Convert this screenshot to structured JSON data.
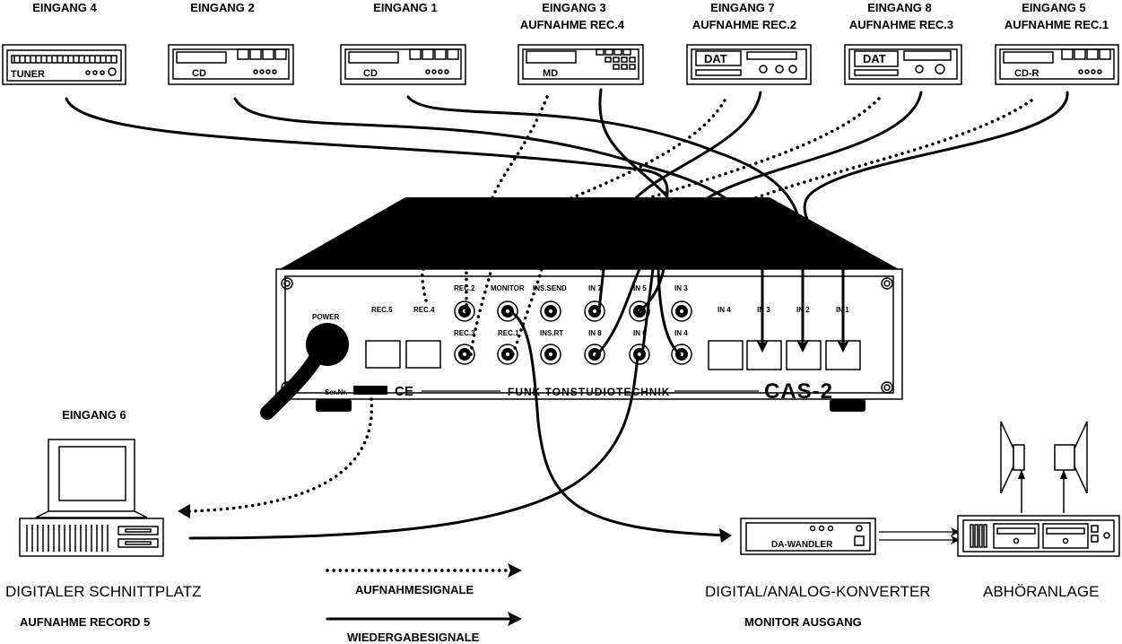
{
  "devices": [
    {
      "label": "EINGANG 4",
      "sublabel": "",
      "display": "TUNER"
    },
    {
      "label": "EINGANG 2",
      "sublabel": "",
      "display": "CD"
    },
    {
      "label": "EINGANG 1",
      "sublabel": "",
      "display": "CD"
    },
    {
      "label": "EINGANG 3",
      "sublabel": "AUFNAHME  REC.4",
      "display": "MD"
    },
    {
      "label": "EINGANG 7",
      "sublabel": "AUFNAHME  REC.2",
      "display": "DAT"
    },
    {
      "label": "EINGANG 8",
      "sublabel": "AUFNAHME  REC.3",
      "display": "DAT"
    },
    {
      "label": "EINGANG 5",
      "sublabel": "AUFNAHME  REC.1",
      "display": "CD-R"
    }
  ],
  "panel": {
    "power_label": "POWER",
    "rec5": "REC.5",
    "rec4": "REC.4",
    "rec2": "REC.2",
    "rec3": "REC.3",
    "monitor": "MONITOR",
    "rec1": "REC.1",
    "ins_send": "INS.SEND",
    "ins_rt": "INS.RT",
    "in7": "IN 7",
    "in8": "IN 8",
    "in5": "IN 5",
    "in6": "IN 6",
    "in3_rca": "IN 3",
    "in4_rca": "IN 4",
    "in4_xlr": "IN 4",
    "in3_xlr": "IN 3",
    "in2_xlr": "IN 2",
    "in1_xlr": "IN 1",
    "ser_nr": "Ser.Nr.",
    "ce": "CE",
    "brand": "FUNK TONSTUDIOTECHNIK",
    "model": "CAS-2"
  },
  "left": {
    "input_label": "EINGANG 6",
    "title": "DIGITALER SCHNITTPLATZ",
    "subtitle": "AUFNAHME  RECORD 5"
  },
  "legend": {
    "recording": "AUFNAHMESIGNALE",
    "playback": "WIEDERGABESIGNALE"
  },
  "converter": {
    "display": "DA-WANDLER",
    "title": "DIGITAL/ANALOG-KONVERTER",
    "subtitle": "MONITOR AUSGANG"
  },
  "monitoring": {
    "title": "ABHÖRANLAGE"
  }
}
